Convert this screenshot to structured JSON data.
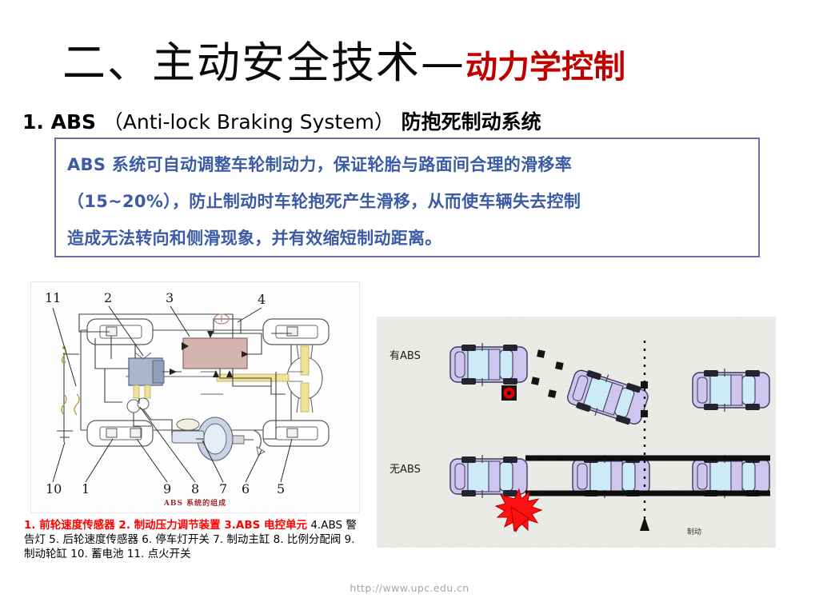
{
  "slide": {
    "title_main": "二、主动安全技术—",
    "title_accent": "动力学控制",
    "accent_color": "#C00000"
  },
  "subheading": {
    "number": "1.",
    "abbr": "ABS",
    "english": "（Anti-lock Braking System）",
    "chinese": "防抱死制动系统",
    "full": "1. ABS （Anti-lock Braking System） 防抱死制动系统"
  },
  "callout_box": {
    "border_color": "#7B68A8",
    "text_color": "#3B5BA5",
    "line1": "ABS 系统可自动调整车轮制动力，保证轮胎与路面间合理的滑移率",
    "line2": "（15~20%），防止制动时车轮抱死产生滑移，从而使车辆失去控制",
    "line3": "造成无法转向和侧滑现象，并有效缩短制动距离。"
  },
  "abs_diagram": {
    "caption": "ABS 系统的组成",
    "caption_color": "#9b2b2b",
    "callout_numbers": [
      "11",
      "2",
      "3",
      "4",
      "10",
      "1",
      "9",
      "8",
      "7",
      "6",
      "5"
    ]
  },
  "legend": {
    "highlight_color": "#FF0000",
    "hot_text": "1. 前轮速度传感器 2. 制动压力调节装置 3.ABS 电控单元",
    "rest_text": " 4.ABS 警告灯 5. 后轮速度传感器 6. 停车灯开关 7. 制动主缸 8. 比例分配阀 9. 制动轮缸 10. 蓄电池 11. 点火开关",
    "items": [
      {
        "no": "1.",
        "label": "前轮速度传感器",
        "highlight": true
      },
      {
        "no": "2.",
        "label": "制动压力调节装置",
        "highlight": true
      },
      {
        "no": "3.",
        "label": "ABS 电控单元",
        "highlight": true
      },
      {
        "no": "4.",
        "label": "ABS 警告灯",
        "highlight": false
      },
      {
        "no": "5.",
        "label": "后轮速度传感器",
        "highlight": false
      },
      {
        "no": "6.",
        "label": "停车灯开关",
        "highlight": false
      },
      {
        "no": "7.",
        "label": "制动主缸",
        "highlight": false
      },
      {
        "no": "8.",
        "label": "比例分配阀",
        "highlight": false
      },
      {
        "no": "9.",
        "label": "制动轮缸",
        "highlight": false
      },
      {
        "no": "10.",
        "label": "蓄电池",
        "highlight": false
      },
      {
        "no": "11.",
        "label": "点火开关",
        "highlight": false
      }
    ]
  },
  "comparison_diagram": {
    "row_with_abs": "有ABS",
    "row_without_abs": "无ABS",
    "brake_point_label": "制动",
    "car_body_color": "#CFC6F0",
    "car_window_color": "#CDEBF6",
    "tire_color": "#2b2b33",
    "hazard_color": "#FF0000"
  },
  "footer": {
    "url": "http://www.upc.edu.cn"
  }
}
